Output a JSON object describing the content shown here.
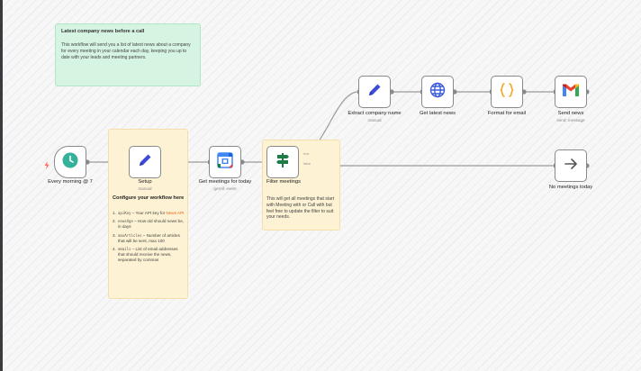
{
  "sticky_intro": {
    "title": "Latest company news before a call",
    "text": "This workflow will send you a list of latest news about a company for every meeting in your calendar each day, keeping you up to date with your leads and meeting partners."
  },
  "config_note": {
    "title": "Configure your workflow here",
    "items": [
      {
        "num": "1.",
        "code": "apiKey",
        "text": " – Your API key for ",
        "link": "News API"
      },
      {
        "num": "2.",
        "code": "newsAge",
        "text": " – How old should news be, in days",
        "link": ""
      },
      {
        "num": "3.",
        "code": "maxArticles",
        "text": " – Number of articles that will be sent, max 100",
        "link": ""
      },
      {
        "num": "4.",
        "code": "emails",
        "text": " – List of email addresses that should receive the news, separated by commas",
        "link": ""
      }
    ]
  },
  "filter_note": {
    "text": "This will get all meetings that start with Meeting with or Call with but feel free to update the filter to suit your needs."
  },
  "nodes": {
    "trigger": {
      "label": "Every morning @ 7",
      "icon": "clock-icon"
    },
    "setup": {
      "label": "Setup",
      "sub": "manual",
      "icon": "pencil-icon"
    },
    "get_meetings": {
      "label": "Get meetings for today",
      "sub": "getAll: event",
      "icon": "google-calendar-icon"
    },
    "filter": {
      "label": "Filter meetings",
      "icon": "signpost-icon"
    },
    "extract": {
      "label": "Extract company name",
      "sub": "manual",
      "icon": "pencil-icon"
    },
    "get_news": {
      "label": "Get latest news",
      "icon": "globe-icon"
    },
    "format": {
      "label": "Format for email",
      "icon": "braces-icon"
    },
    "send": {
      "label": "Send news",
      "sub": "send: message",
      "icon": "gmail-icon"
    },
    "no_meetings": {
      "label": "No meetings today",
      "icon": "arrow-right-icon"
    }
  },
  "branches": {
    "true_label": "true",
    "false_label": "false"
  },
  "colors": {
    "trigger_green": "#35b09a",
    "pencil_blue": "#3e4bd8",
    "globe_blue": "#3b5bdb",
    "braces_orange": "#f5a623",
    "filter_green": "#1e7a46"
  }
}
